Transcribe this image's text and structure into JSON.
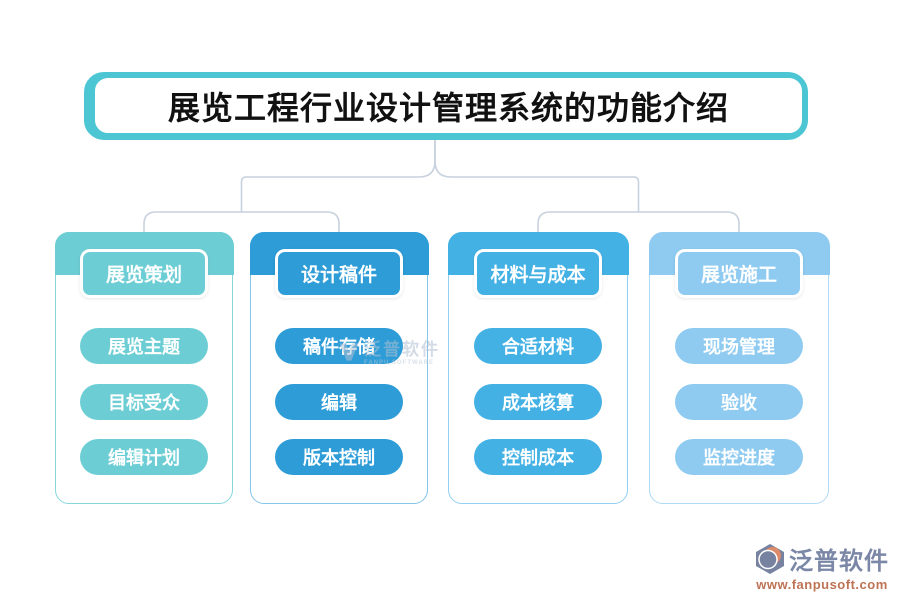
{
  "title": {
    "text": "展览工程行业设计管理系统的功能介绍",
    "border_color": "#4CC6D3",
    "text_color": "#111111"
  },
  "connector_color": "#C8D1DE",
  "columns": [
    {
      "header": "展览策划",
      "theme": "#6CCED4",
      "border": "#86D6DB",
      "items": [
        "展览主题",
        "目标受众",
        "编辑计划"
      ]
    },
    {
      "header": "设计稿件",
      "theme": "#2D9CD7",
      "border": "#85C5E6",
      "items": [
        "稿件存储",
        "编辑",
        "版本控制"
      ]
    },
    {
      "header": "材料与成本",
      "theme": "#44B1E5",
      "border": "#93CFF0",
      "items": [
        "合适材料",
        "成本核算",
        "控制成本"
      ]
    },
    {
      "header": "展览施工",
      "theme": "#8FCBF1",
      "border": "#AFD9F4",
      "items": [
        "现场管理",
        "验收",
        "监控进度"
      ]
    }
  ],
  "watermark": {
    "brand": "泛普软件",
    "sub": "FANPU SOFTWARE"
  },
  "footer": {
    "brand": "泛普软件",
    "url": "www.fanpusoft.com",
    "brand_color": "#7B87A6",
    "url_color": "#BE7355"
  }
}
